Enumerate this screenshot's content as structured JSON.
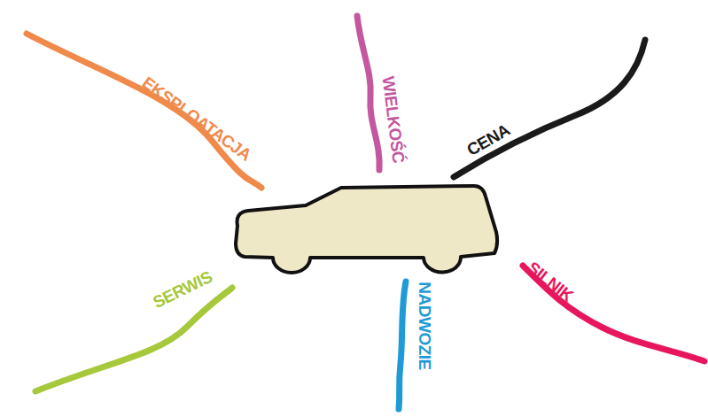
{
  "diagram": {
    "labels": [
      "EKSPLOATACJA",
      "WIELKOŚĆ",
      "CENA",
      "SERWIS",
      "NADWOZIE",
      "SILNIK"
    ]
  }
}
